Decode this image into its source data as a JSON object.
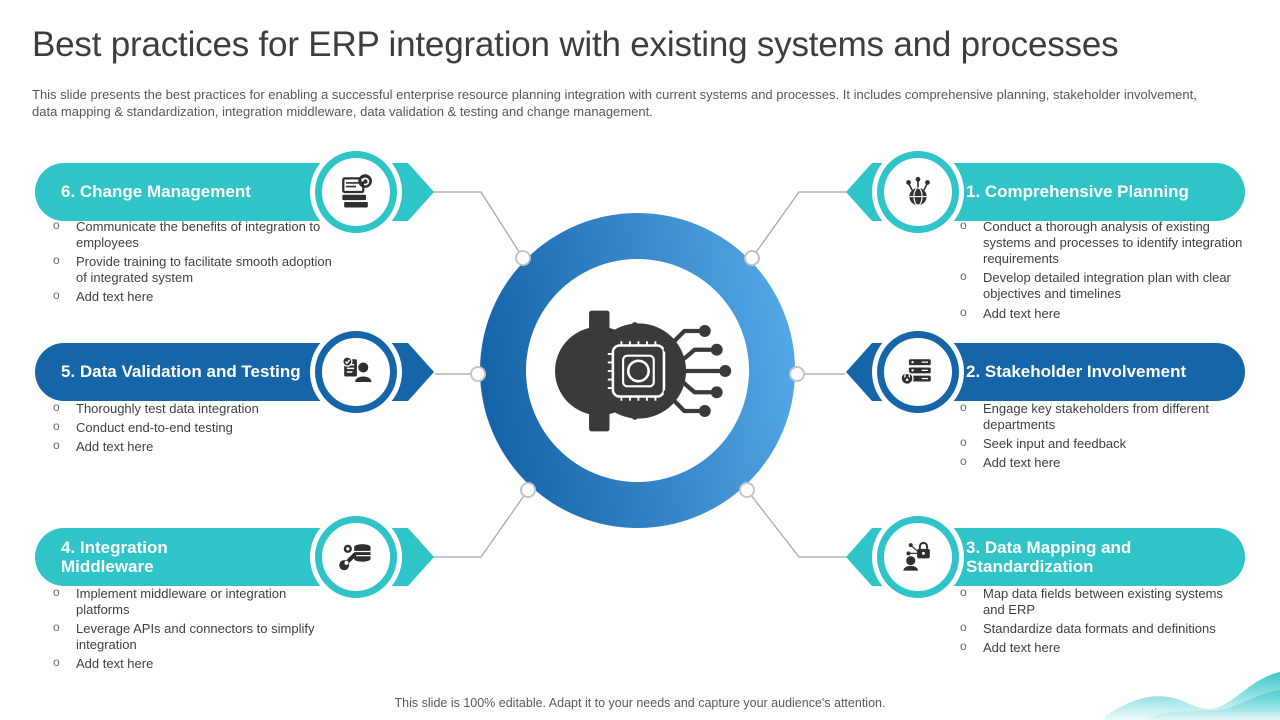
{
  "slide": {
    "title": "Best practices for ERP integration with existing systems and processes",
    "description": "This slide presents the best practices for enabling a successful enterprise resource planning integration with current systems and processes. It includes comprehensive planning, stakeholder involvement, data mapping & standardization, integration middleware, data validation & testing and change management.",
    "footer": "This slide is 100% editable. Adapt it to your needs and capture your audience's attention."
  },
  "colors": {
    "accent_teal": "#2fc4c8",
    "accent_blue": "#1565a8",
    "ring_gradient_start": "#1563a8",
    "ring_gradient_end": "#52a6e5",
    "icon_dark": "#303032",
    "title_text": "#3d3d3d",
    "body_text": "#3f3f3f"
  },
  "center": {
    "icon": "gear-circuit-chip-icon"
  },
  "left_column": {
    "items": [
      {
        "label": "6. Change Management",
        "icon": "document-refresh-icon",
        "bullets": [
          "Communicate the benefits of integration to employees",
          "Provide training to facilitate smooth adoption of integrated system",
          "Add text here"
        ]
      },
      {
        "label": "5. Data Validation and Testing",
        "icon": "person-checklist-icon",
        "bullets": [
          "Thoroughly test data integration",
          "Conduct end-to-end testing",
          "Add text here"
        ]
      },
      {
        "label": "4. Integration\nMiddleware",
        "icon": "wrench-database-icon",
        "bullets": [
          "Implement middleware or integration platforms",
          "Leverage APIs and connectors to simplify integration",
          "Add text here"
        ]
      }
    ]
  },
  "right_column": {
    "items": [
      {
        "label": "1. Comprehensive Planning",
        "icon": "global-network-icon",
        "bullets": [
          "Conduct a thorough analysis of existing systems and processes to identify integration requirements",
          "Develop detailed integration plan with clear objectives and timelines",
          "Add text here"
        ]
      },
      {
        "label": "2. Stakeholder Involvement",
        "icon": "server-lock-icon",
        "bullets": [
          "Engage key stakeholders from different departments",
          "Seek input and feedback",
          "Add text here"
        ]
      },
      {
        "label": "3. Data Mapping and\nStandardization",
        "icon": "person-lock-network-icon",
        "bullets": [
          "Map data fields between existing systems and ERP",
          "Standardize data formats and definitions",
          "Add text here"
        ]
      }
    ]
  }
}
